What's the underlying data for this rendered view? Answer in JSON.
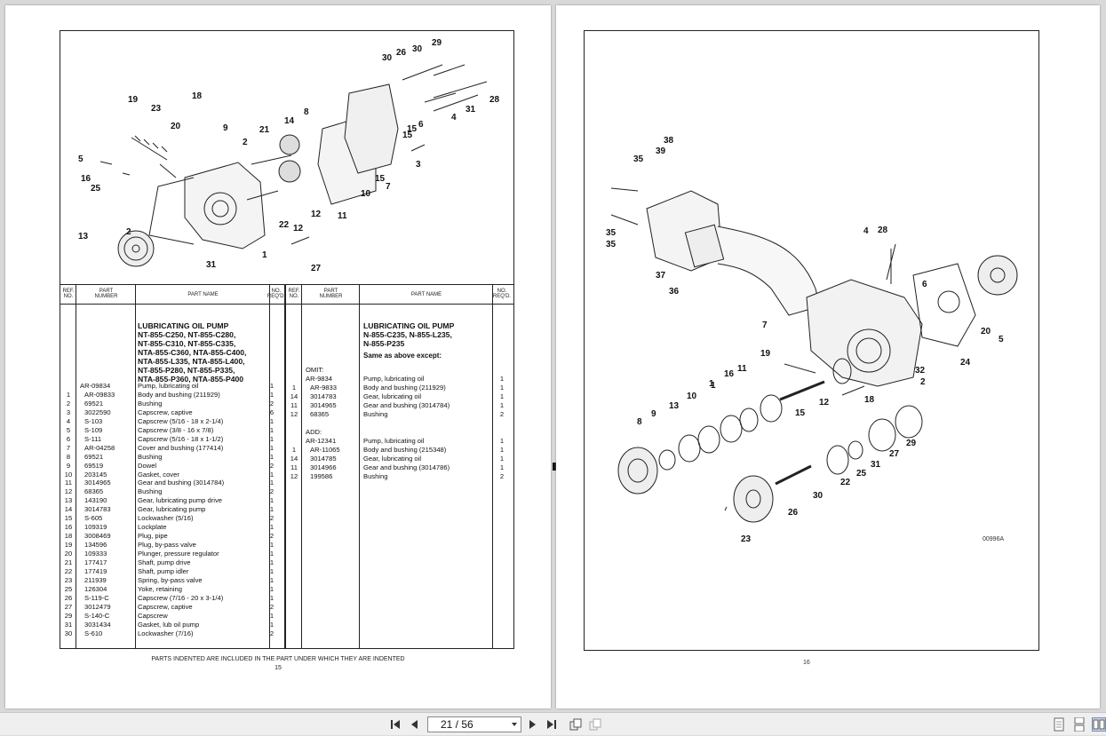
{
  "viewer": {
    "page_indicator": "21 / 56"
  },
  "left_page": {
    "headers": {
      "ref": "REF.\nNO.",
      "part_number": "PART\nNUMBER",
      "part_name": "PART NAME",
      "req": "NO.\nREQ'D."
    },
    "title": "LUBRICATING OIL PUMP\nNT-855-C250, NT-855-C280,\nNT-855-C310, NT-855-C335,\nNTA-855-C360, NTA-855-C400,\nNTA-855-L335, NTA-855-L400,\nNT-855-P280, NT-855-P335,\nNTA-855-P360, NTA-855-P400",
    "parts": [
      {
        "ref": "",
        "num": "AR-09834",
        "name": "Pump, lubricating oil",
        "qty": "1"
      },
      {
        "ref": "1",
        "num": "AR-09833",
        "name": "Body and bushing (211929)",
        "qty": "1"
      },
      {
        "ref": "2",
        "num": "69521",
        "name": "Bushing",
        "qty": "2"
      },
      {
        "ref": "3",
        "num": "3022590",
        "name": "Capscrew, captive",
        "qty": "6"
      },
      {
        "ref": "4",
        "num": "S-103",
        "name": "Capscrew (5/16 - 18 x 2-1/4)",
        "qty": "1"
      },
      {
        "ref": "5",
        "num": "S-109",
        "name": "Capscrew (3/8 - 16 x 7/8)",
        "qty": "1"
      },
      {
        "ref": "6",
        "num": "S-111",
        "name": "Capscrew (5/16 - 18 x 1-1/2)",
        "qty": "1"
      },
      {
        "ref": "7",
        "num": "AR-04258",
        "name": "Cover and bushing (177414)",
        "qty": "1"
      },
      {
        "ref": "8",
        "num": "69521",
        "name": "Bushing",
        "qty": "1"
      },
      {
        "ref": "9",
        "num": "69519",
        "name": "Dowel",
        "qty": "2"
      },
      {
        "ref": "10",
        "num": "203145",
        "name": "Gasket, cover",
        "qty": "1"
      },
      {
        "ref": "11",
        "num": "3014965",
        "name": "Gear and bushing (3014784)",
        "qty": "1"
      },
      {
        "ref": "12",
        "num": "68365",
        "name": "Bushing",
        "qty": "2"
      },
      {
        "ref": "13",
        "num": "143190",
        "name": "Gear, lubricating pump drive",
        "qty": "1"
      },
      {
        "ref": "14",
        "num": "3014783",
        "name": "Gear, lubricating pump",
        "qty": "1"
      },
      {
        "ref": "15",
        "num": "S-605",
        "name": "Lockwasher (5/16)",
        "qty": "2"
      },
      {
        "ref": "16",
        "num": "109319",
        "name": "Lockplate",
        "qty": "1"
      },
      {
        "ref": "18",
        "num": "3008469",
        "name": "Plug, pipe",
        "qty": "2"
      },
      {
        "ref": "19",
        "num": "134596",
        "name": "Plug, by-pass valve",
        "qty": "1"
      },
      {
        "ref": "20",
        "num": "109333",
        "name": "Plunger, pressure regulator",
        "qty": "1"
      },
      {
        "ref": "21",
        "num": "177417",
        "name": "Shaft, pump drive",
        "qty": "1"
      },
      {
        "ref": "22",
        "num": "177419",
        "name": "Shaft, pump idler",
        "qty": "1"
      },
      {
        "ref": "23",
        "num": "211939",
        "name": "Spring, by-pass valve",
        "qty": "1"
      },
      {
        "ref": "25",
        "num": "126304",
        "name": "Yoke, retaining",
        "qty": "1"
      },
      {
        "ref": "26",
        "num": "S-119-C",
        "name": "Capscrew (7/16 - 20 x 3-1/4)",
        "qty": "1"
      },
      {
        "ref": "27",
        "num": "3012479",
        "name": "Capscrew, captive",
        "qty": "2"
      },
      {
        "ref": "29",
        "num": "S-140-C",
        "name": "Capscrew",
        "qty": "1"
      },
      {
        "ref": "31",
        "num": "3031434",
        "name": "Gasket, lub oil pump",
        "qty": "1"
      },
      {
        "ref": "30",
        "num": "S-610",
        "name": "Lockwasher (7/16)",
        "qty": "2"
      }
    ],
    "title2": "LUBRICATING OIL PUMP\nN-855-C235, N-855-L235,\nN-855-P235",
    "same_as": "Same as above except:",
    "omit_label": "OMIT:",
    "omit": [
      {
        "ref": "",
        "num": "AR-9834",
        "name": "Pump, lubricating oil",
        "qty": "1"
      },
      {
        "ref": "1",
        "num": "AR-9833",
        "name": "Body and bushing (211929)",
        "qty": "1"
      },
      {
        "ref": "14",
        "num": "3014783",
        "name": "Gear, lubricating oil",
        "qty": "1"
      },
      {
        "ref": "11",
        "num": "3014965",
        "name": "Gear and bushing (3014784)",
        "qty": "1"
      },
      {
        "ref": "12",
        "num": "68365",
        "name": "Bushing",
        "qty": "2"
      }
    ],
    "add_label": "ADD:",
    "add": [
      {
        "ref": "",
        "num": "AR-12341",
        "name": "Pump, lubricating oil",
        "qty": "1"
      },
      {
        "ref": "1",
        "num": "AR-11065",
        "name": "Body and bushing (215348)",
        "qty": "1"
      },
      {
        "ref": "14",
        "num": "3014785",
        "name": "Gear, lubricating oil",
        "qty": "1"
      },
      {
        "ref": "11",
        "num": "3014966",
        "name": "Gear and bushing (3014786)",
        "qty": "1"
      },
      {
        "ref": "12",
        "num": "199586",
        "name": "Bushing",
        "qty": "2"
      }
    ],
    "footnote": "PARTS INDENTED ARE INCLUDED IN THE PART UNDER WHICH THEY ARE INDENTED",
    "page_number": "15",
    "callouts": [
      "30",
      "26",
      "30",
      "29",
      "19",
      "18",
      "23",
      "20",
      "9",
      "2",
      "21",
      "14",
      "8",
      "28",
      "31",
      "4",
      "15",
      "6",
      "15",
      "5",
      "16",
      "25",
      "3",
      "15",
      "7",
      "10",
      "12",
      "11",
      "12",
      "22",
      "2",
      "13",
      "31",
      "1",
      "27"
    ]
  },
  "right_page": {
    "callouts": [
      "38",
      "39",
      "35",
      "35",
      "35",
      "37",
      "36",
      "4",
      "28",
      "6",
      "20",
      "5",
      "7",
      "19",
      "11",
      "16",
      "1",
      "15",
      "12",
      "18",
      "24",
      "32",
      "2",
      "10",
      "13",
      "9",
      "8",
      "1",
      "29",
      "27",
      "31",
      "25",
      "22",
      "30",
      "26",
      "23"
    ],
    "figure_id": "00996A",
    "page_number": "16"
  },
  "icons": {
    "first": "first-page-icon",
    "prev": "prev-page-icon",
    "next": "next-page-icon",
    "last": "last-page-icon",
    "rotate": "rotate-icon",
    "pages_view": "two-page-icon",
    "single": "single-page-icon",
    "continuous": "continuous-page-icon",
    "facing": "facing-pages-icon"
  }
}
